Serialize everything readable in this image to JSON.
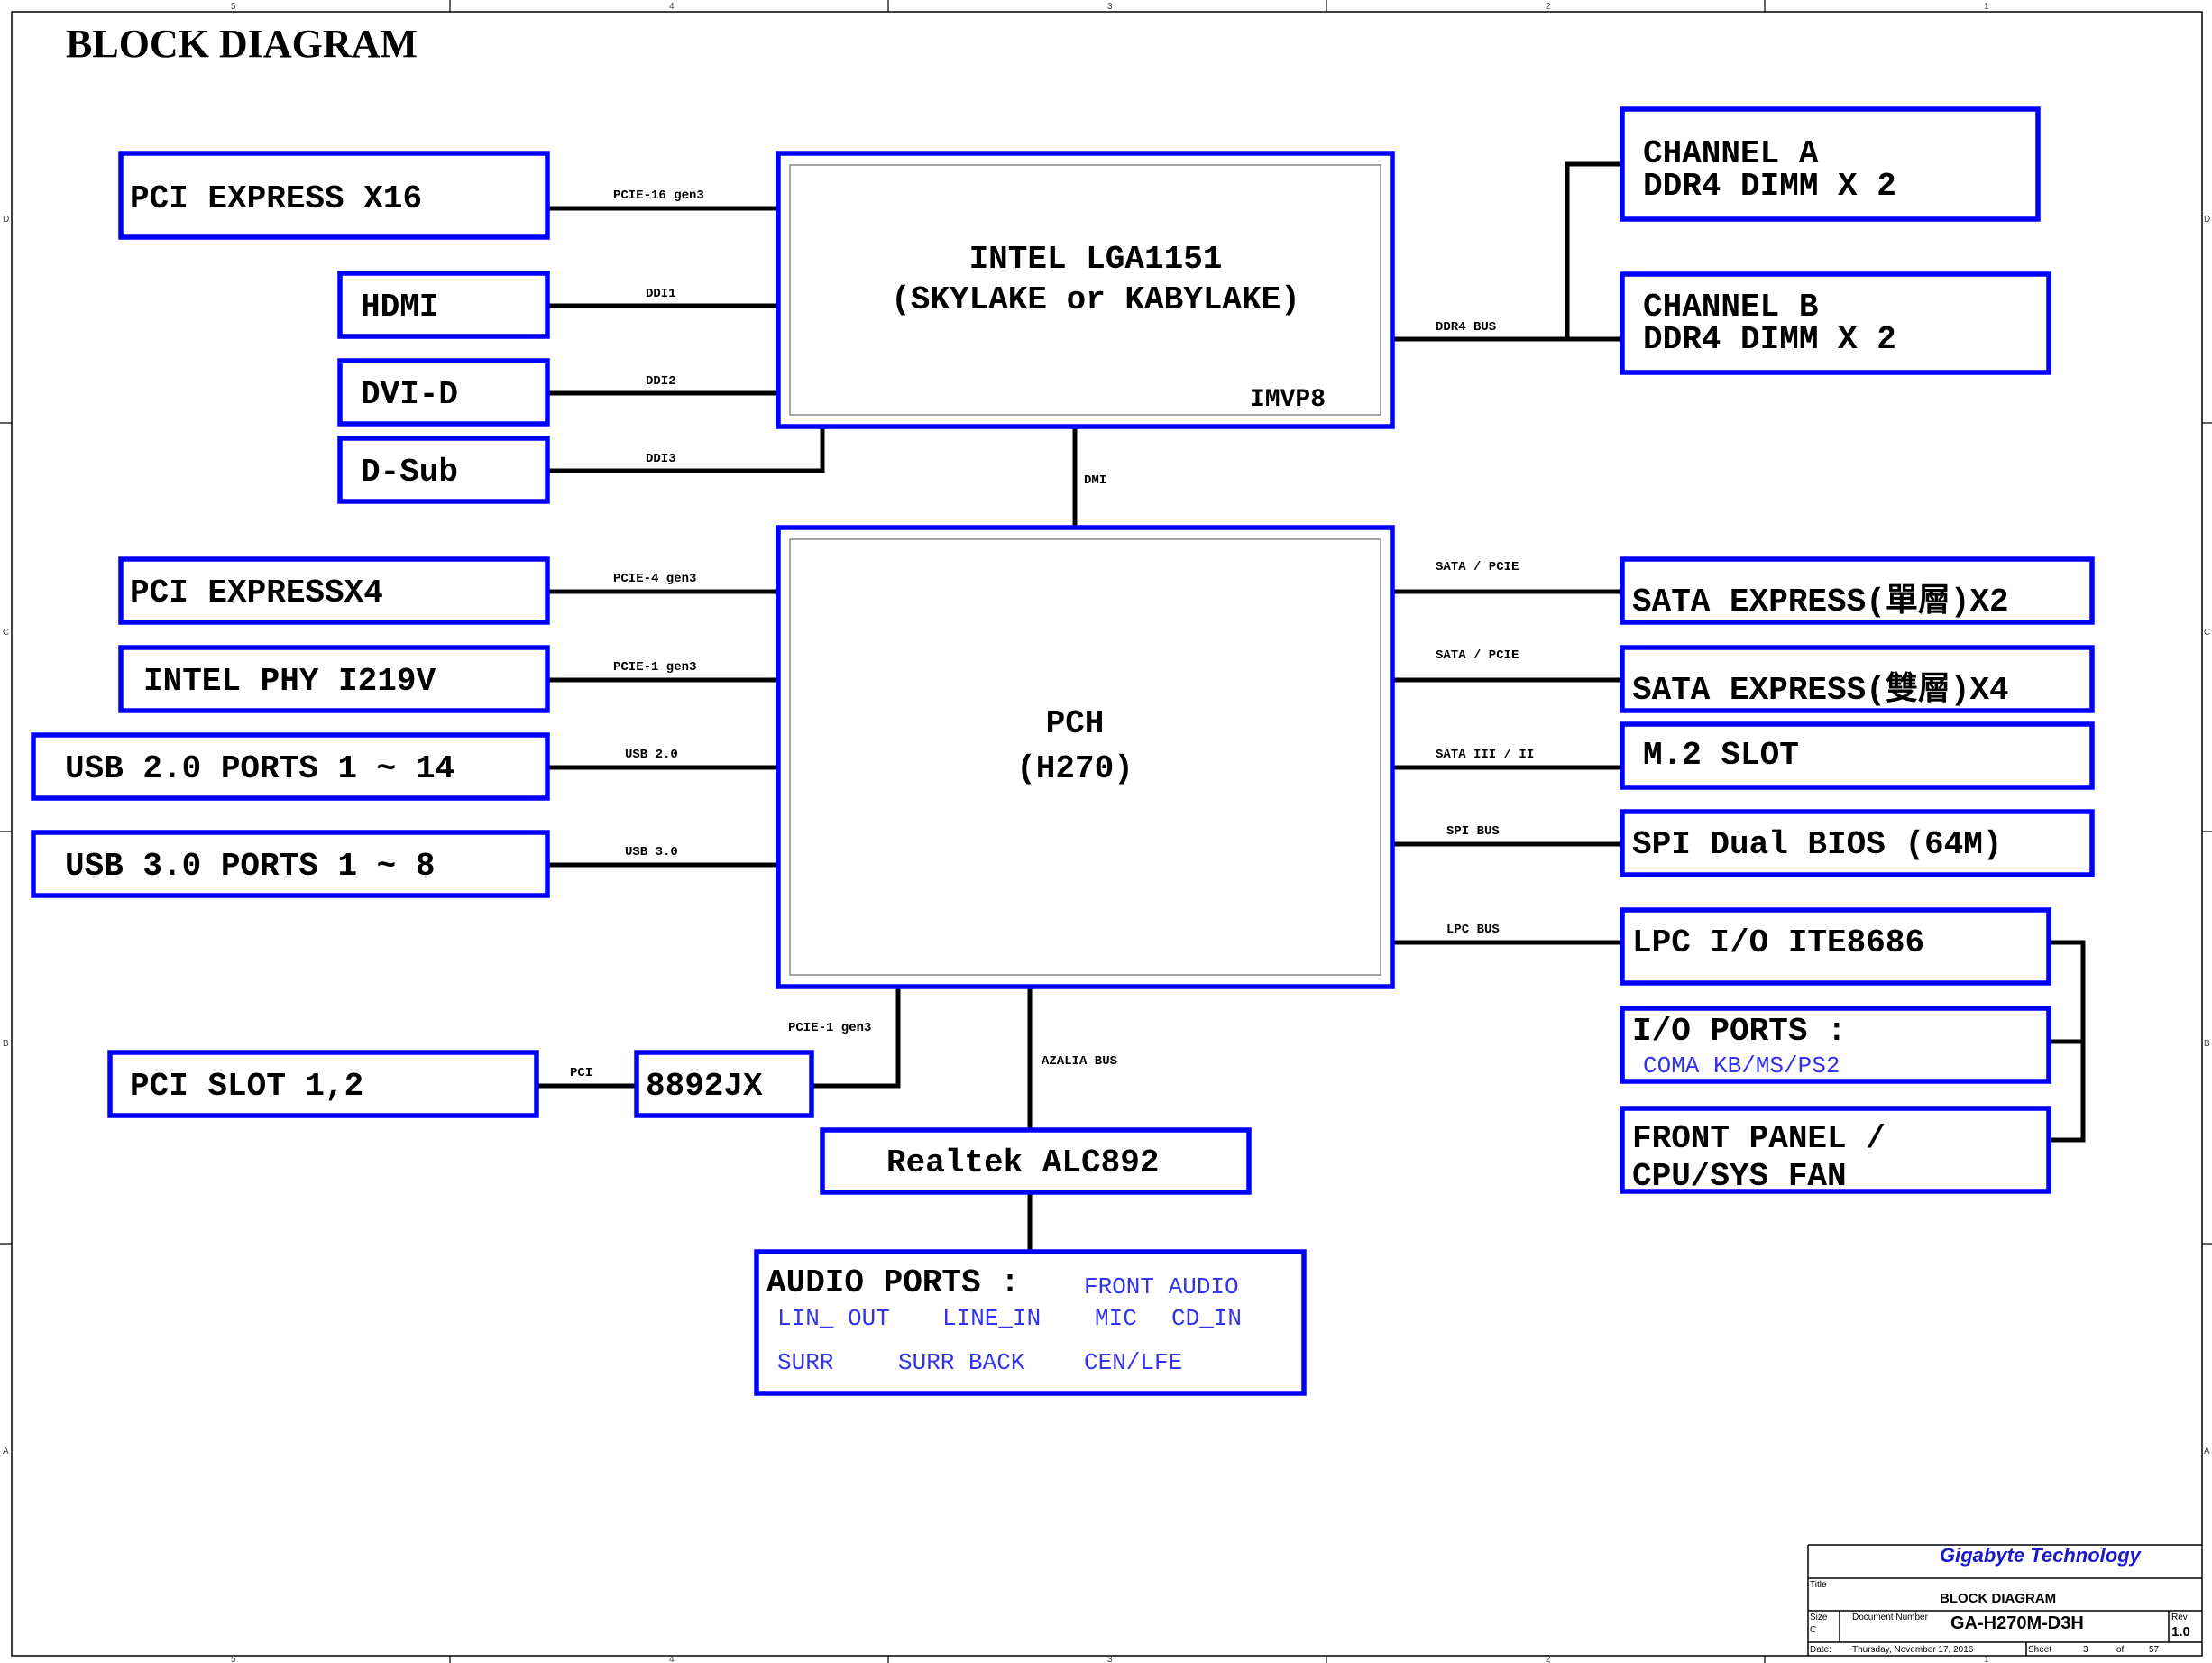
{
  "title": "BLOCK DIAGRAM",
  "cpu": {
    "line1": "INTEL LGA1151",
    "line2": "(SKYLAKE or KABYLAKE)",
    "vr": "IMVP8"
  },
  "pch": {
    "line1": "PCH",
    "line2": "(H270)"
  },
  "left": {
    "pcie_x16": "PCI EXPRESS X16",
    "hdmi": "HDMI",
    "dvi": "DVI-D",
    "dsub": "D-Sub",
    "pcie_x4": "PCI EXPRESSX4",
    "phy": "INTEL PHY I219V",
    "usb2": "USB 2.0 PORTS 1 ~ 14",
    "usb3": "USB 3.0 PORTS 1 ~ 8",
    "pci_slot": "PCI SLOT 1,2",
    "bridge": "8892JX"
  },
  "right": {
    "chan_a_1": "CHANNEL A",
    "chan_a_2": "DDR4  DIMM X 2",
    "chan_b_1": "CHANNEL B",
    "chan_b_2": "DDR4 DIMM X 2",
    "sata_x2": "SATA EXPRESS(單層)X2",
    "sata_x4": "SATA EXPRESS(雙層)X4",
    "m2": "M.2 SLOT",
    "spi": "SPI Dual BIOS (64M)",
    "lpc_io": "LPC I/O ITE8686",
    "io_ports": "I/O PORTS :",
    "io_ports_sub": "COMA  KB/MS/PS2",
    "front_1": "FRONT PANEL /",
    "front_2": "CPU/SYS FAN"
  },
  "audio": {
    "codec": "Realtek ALC892",
    "ports_label": "AUDIO PORTS :",
    "front_audio": "FRONT AUDIO",
    "row1": [
      "LIN_ OUT",
      "LINE_IN",
      "MIC",
      "CD_IN"
    ],
    "row2": [
      "SURR",
      "SURR BACK",
      "CEN/LFE"
    ]
  },
  "nets": {
    "pcie16": "PCIE-16 gen3",
    "ddi1": "DDI1",
    "ddi2": "DDI2",
    "ddi3": "DDI3",
    "ddr4": "DDR4 BUS",
    "dmi": "DMI",
    "pcie4": "PCIE-4 gen3",
    "pcie1": "PCIE-1 gen3",
    "usb20": "USB 2.0",
    "usb30": "USB 3.0",
    "pci": "PCI",
    "pcie1b": "PCIE-1 gen3",
    "azalia": "AZALIA BUS",
    "sata1": "SATA / PCIE",
    "sata2": "SATA / PCIE",
    "sata3": "SATA III / II",
    "spi": "SPI BUS",
    "lpc": "LPC BUS"
  },
  "title_block": {
    "company": "Gigabyte Technology",
    "title_caption": "Title",
    "title": "BLOCK DIAGRAM",
    "size_caption": "Size",
    "size": "C",
    "docnum_caption": "Document Number",
    "docnum": "GA-H270M-D3H",
    "rev_caption": "Rev",
    "rev": "1.0",
    "date_caption": "Date:",
    "date": "Thursday, November 17, 2016",
    "sheet_caption": "Sheet",
    "sheet": "3",
    "of_caption": "of",
    "of": "57"
  },
  "zones": {
    "cols": [
      "5",
      "4",
      "3",
      "2",
      "1"
    ],
    "rows": [
      "D",
      "C",
      "B",
      "A"
    ]
  }
}
